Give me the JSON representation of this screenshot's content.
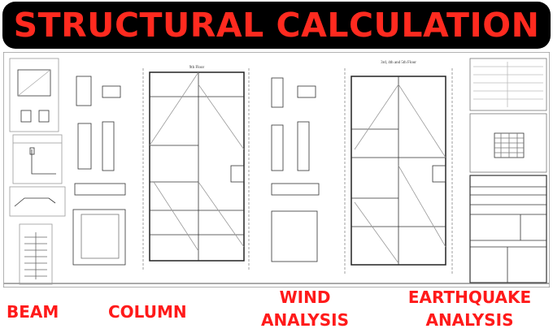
{
  "banner": {
    "title": "STRUCTURAL CALCULATION",
    "background": "#000000",
    "text_color": "#ff2a1f"
  },
  "drawing": {
    "plan_left_title": "9th Floor",
    "plan_right_title": "3rd, 4th and 5th Floor"
  },
  "labels": {
    "beam": "BEAM",
    "column": "COLUMN",
    "wind_line1": "WIND",
    "wind_line2": "ANALYSIS",
    "earthquake_line1": "EARTHQUAKE",
    "earthquake_line2": "ANALYSIS",
    "color": "#ff1a1a"
  }
}
